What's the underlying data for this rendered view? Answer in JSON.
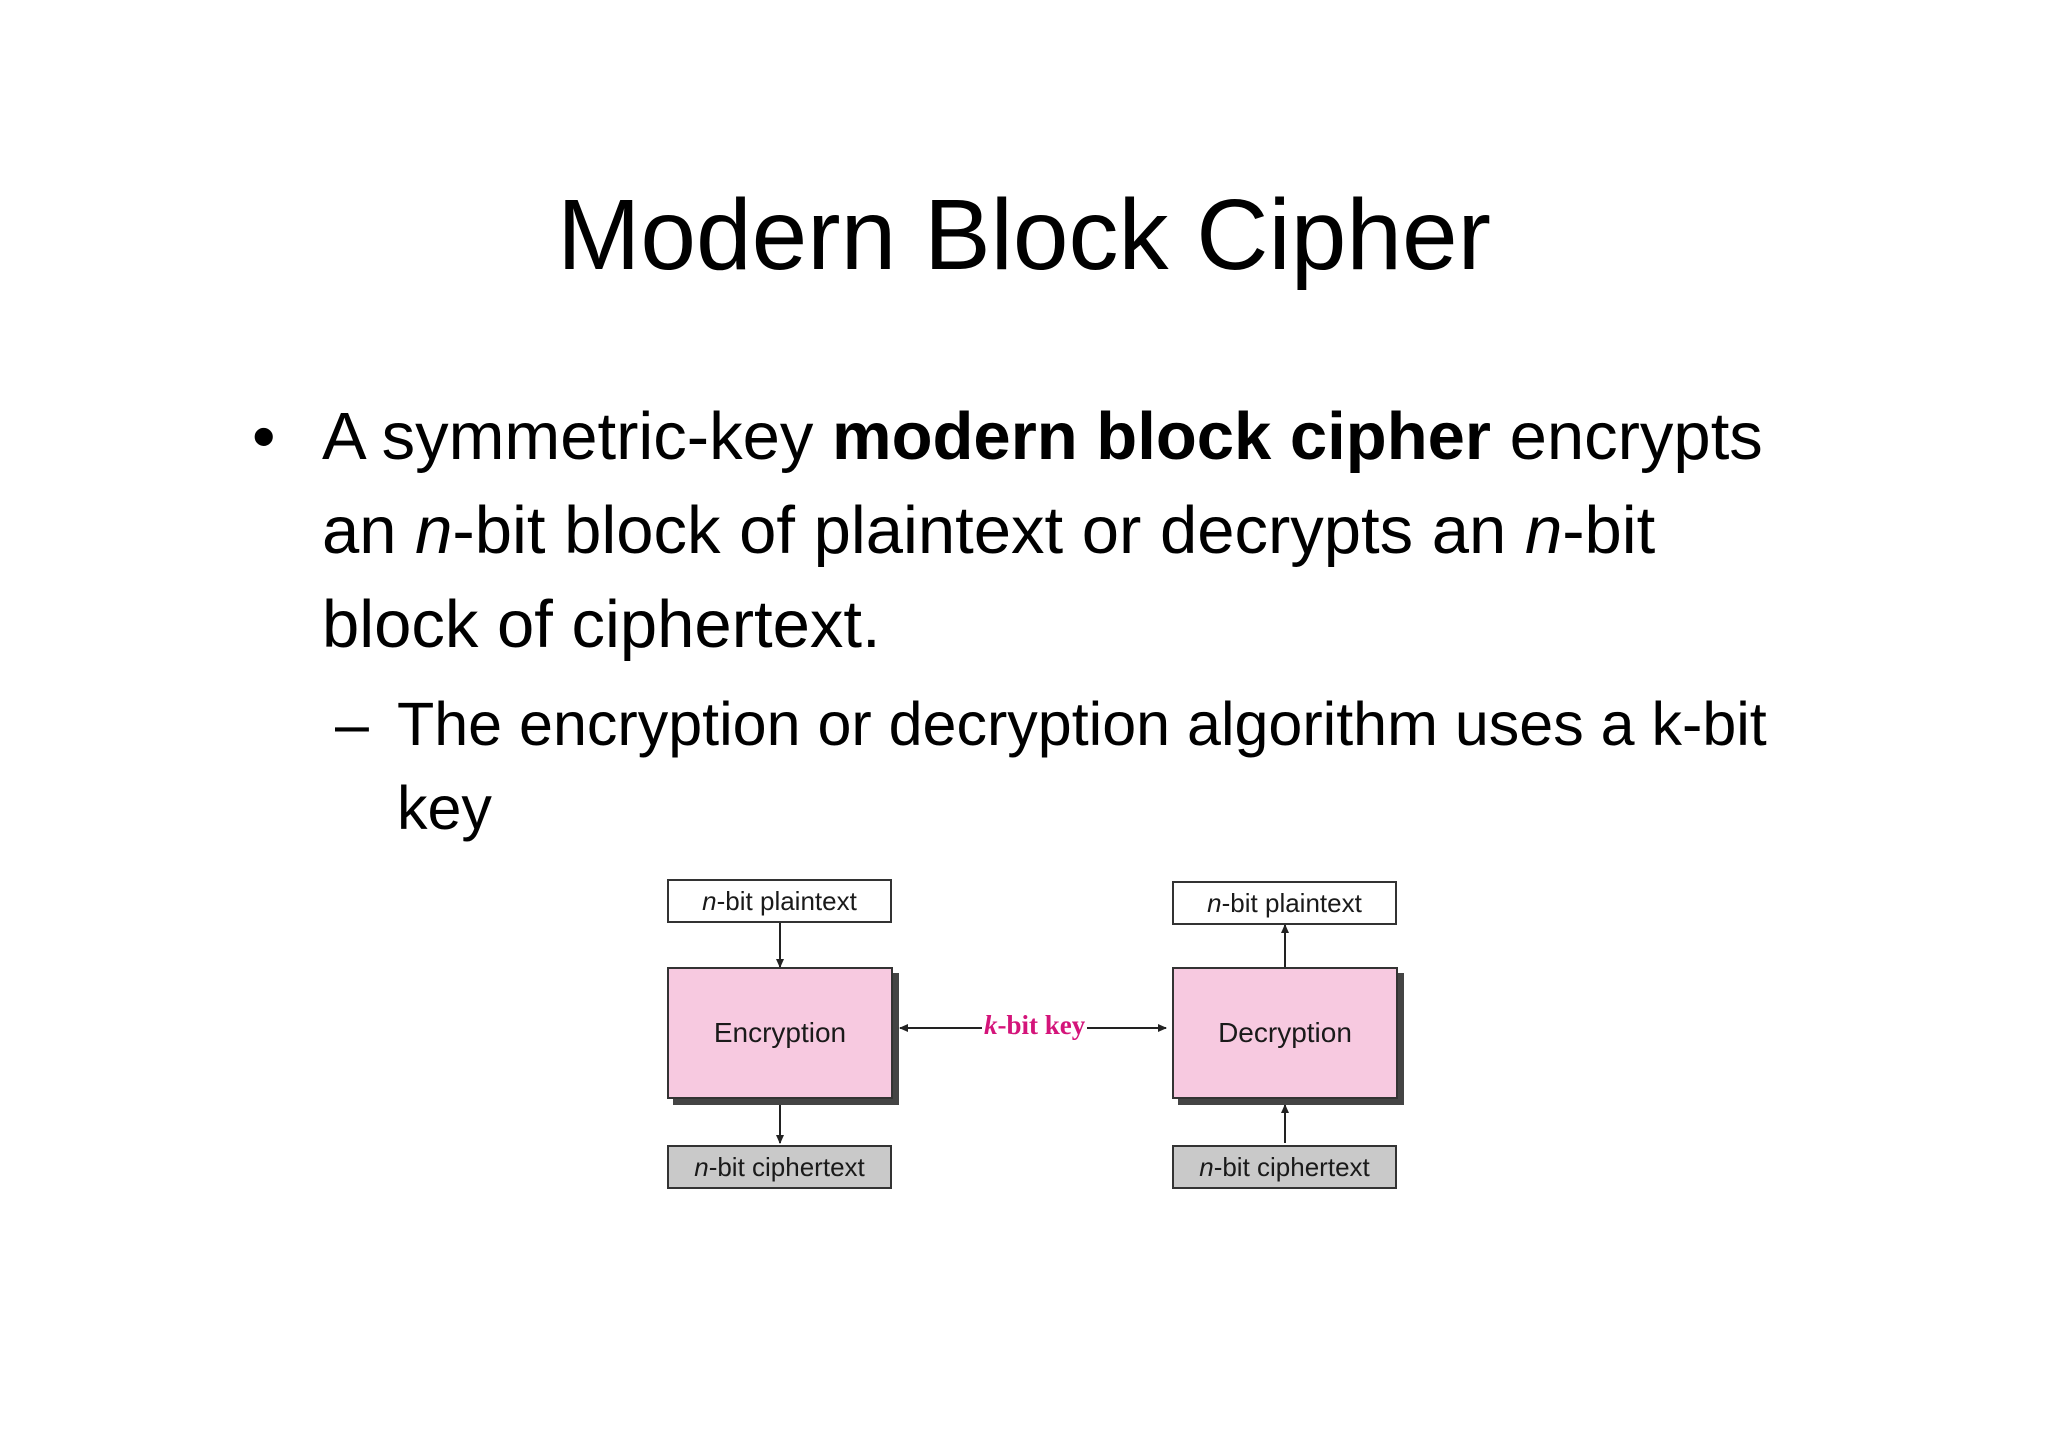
{
  "slide": {
    "title": "Modern Block Cipher",
    "bullet": {
      "marker": "•",
      "text_prefix": "A symmetric-key ",
      "text_bold": "modern block cipher",
      "text_line2_a": " encrypts an ",
      "italic_n1": "n",
      "text_line2_b": "-bit block of plaintext or decrypts an ",
      "italic_n2": "n",
      "text_line3": "-bit block of ciphertext."
    },
    "sub_bullet": {
      "marker": "–",
      "text": "The encryption or decryption algorithm uses a k-bit key"
    }
  },
  "diagram": {
    "left": {
      "top_box_italic": "n",
      "top_box_text": "-bit plaintext",
      "process": "Encryption",
      "bottom_box_italic": "n",
      "bottom_box_text": "-bit ciphertext"
    },
    "key": {
      "italic": "k",
      "text": "-bit key",
      "color": "#d4147a"
    },
    "right": {
      "top_box_italic": "n",
      "top_box_text": "-bit plaintext",
      "process": "Decryption",
      "bottom_box_italic": "n",
      "bottom_box_text": "-bit ciphertext"
    },
    "colors": {
      "process_fill": "#f7c9e0",
      "ciphertext_fill": "#c9c9c9",
      "plaintext_fill": "#ffffff"
    }
  }
}
